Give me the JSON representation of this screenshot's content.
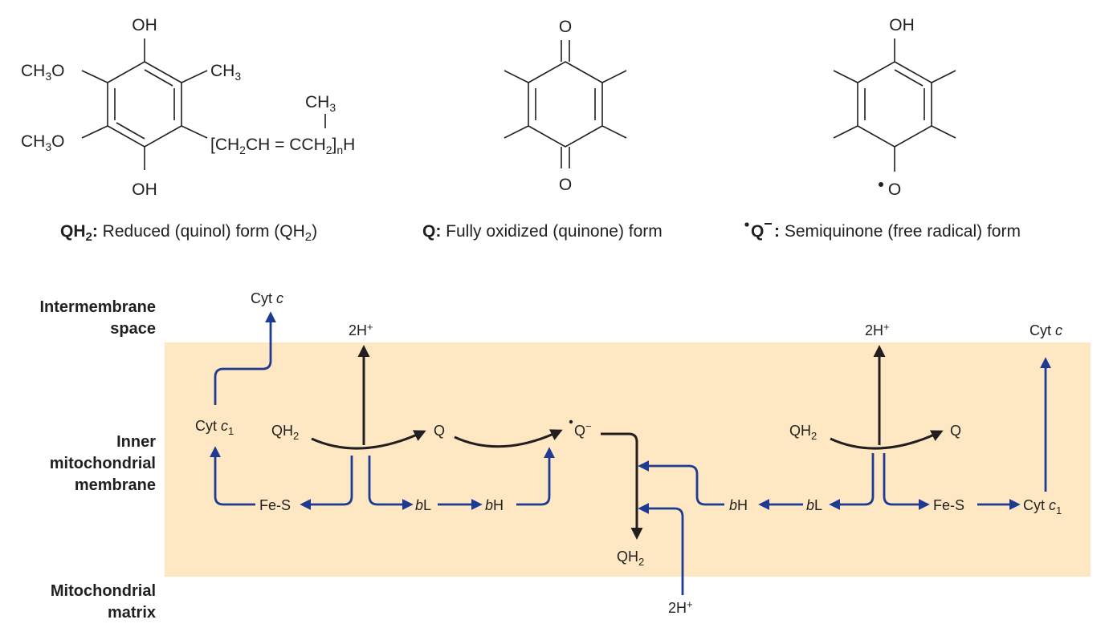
{
  "structures": {
    "qh2": {
      "oh_top": "OH",
      "oh_bottom": "OH",
      "methoxy": "CH3O",
      "methyl": "CH3",
      "chain_methyl": "CH3",
      "side_chain": "[CH2CH = CCH2]nH",
      "caption_label": "QH2:",
      "caption_text": "Reduced (quinol) form (QH2)"
    },
    "q": {
      "o_top": "O",
      "o_bottom": "O",
      "caption_label": "Q:",
      "caption_text": "Fully oxidized (quinone) form"
    },
    "semiquinone": {
      "oh_top": "OH",
      "o_bottom": "O",
      "caption_label": "•Q−:",
      "caption_text": "Semiquinone (free radical) form"
    }
  },
  "regions": {
    "intermembrane_line1": "Intermembrane",
    "intermembrane_line2": "space",
    "inner_line1": "Inner",
    "inner_line2": "mitochondrial",
    "inner_line3": "membrane",
    "matrix_line1": "Mitochondrial",
    "matrix_line2": "matrix"
  },
  "membrane_color": "#fde8c3",
  "colors": {
    "electron_path": "#1f3a93",
    "proton_path": "#231f20"
  },
  "labels": {
    "cyt_c_left": "Cyt c",
    "cyt_c1_left": "Cyt c1",
    "h_left": "2H+",
    "qh2_left": "QH2",
    "q_left": "Q",
    "semiquinone": "•Q−",
    "fes_left": "Fe-S",
    "bl_left": "bL",
    "bh_left": "bH",
    "qh2_center": "QH2",
    "h_matrix": "2H+",
    "h_right": "2H+",
    "cyt_c_right": "Cyt c",
    "qh2_right": "QH2",
    "q_right": "Q",
    "bh_right": "bH",
    "bl_right": "bL",
    "fes_right": "Fe-S",
    "cyt_c1_right": "Cyt c1"
  }
}
